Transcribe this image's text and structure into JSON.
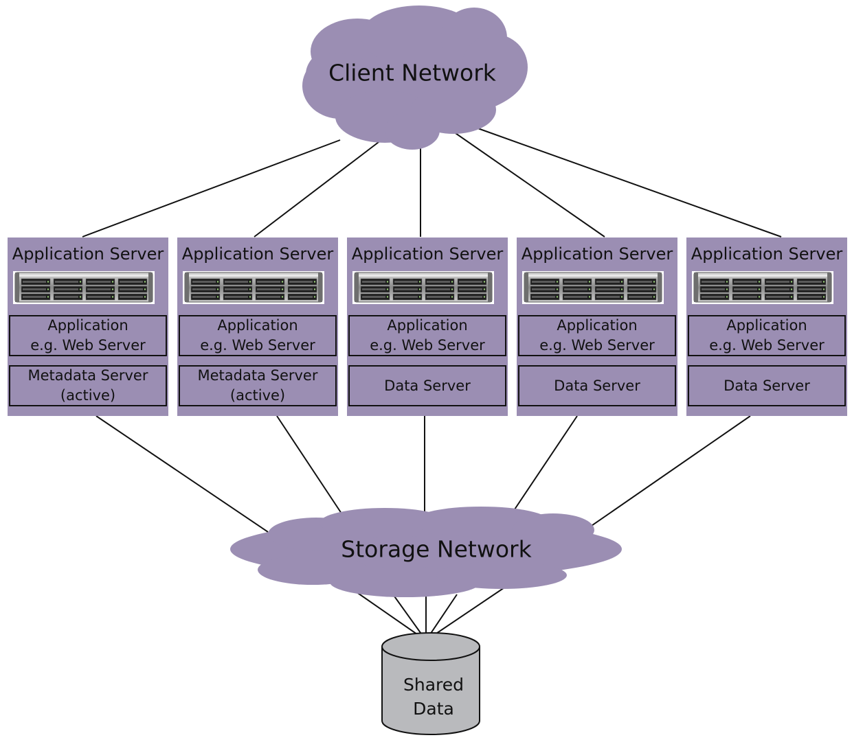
{
  "client_network": {
    "label": "Client Network"
  },
  "storage_network": {
    "label": "Storage Network"
  },
  "colors": {
    "cloud": "#9b8eb3",
    "server_panel": "#9b8eb3",
    "database_fill": "#b9babd",
    "lines": "#111111"
  },
  "servers": [
    {
      "title": "Application Server",
      "app_line1": "Application",
      "app_line2": "e.g. Web Server",
      "role_line1": "Metadata Server",
      "role_line2": "(active)"
    },
    {
      "title": "Application Server",
      "app_line1": "Application",
      "app_line2": "e.g. Web Server",
      "role_line1": "Metadata Server",
      "role_line2": "(active)"
    },
    {
      "title": "Application Server",
      "app_line1": "Application",
      "app_line2": "e.g. Web Server",
      "role_line1": "Data Server",
      "role_line2": ""
    },
    {
      "title": "Application Server",
      "app_line1": "Application",
      "app_line2": "e.g. Web Server",
      "role_line1": "Data Server",
      "role_line2": ""
    },
    {
      "title": "Application Server",
      "app_line1": "Application",
      "app_line2": "e.g. Web Server",
      "role_line1": "Data Server",
      "role_line2": ""
    }
  ],
  "shared_data": {
    "line1": "Shared",
    "line2": "Data"
  }
}
